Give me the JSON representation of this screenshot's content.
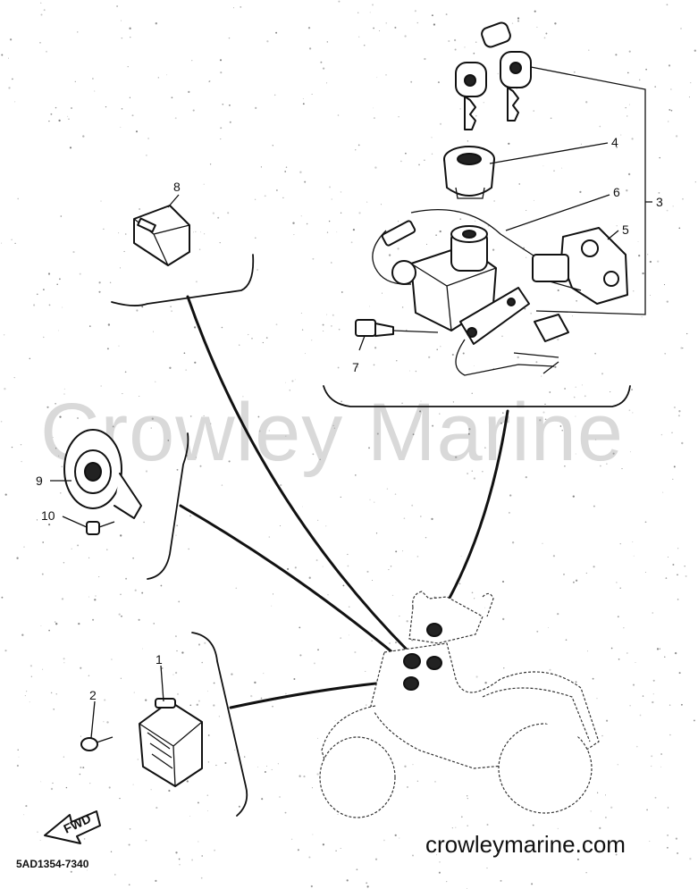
{
  "watermark": "Crowley Marine",
  "site_url": "crowleymarine.com",
  "drawing_code": "5AD1354-7340",
  "fwd_label": "FWD",
  "callouts": {
    "c1": "1",
    "c2": "2",
    "c3": "3",
    "c4": "4",
    "c5": "5",
    "c6": "6",
    "c7": "7",
    "c8": "8",
    "c9": "9",
    "c10": "10"
  }
}
